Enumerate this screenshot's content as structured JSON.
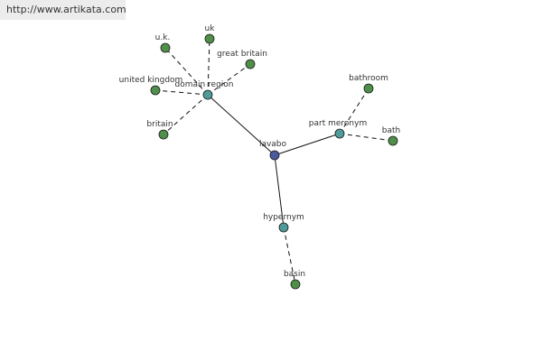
{
  "site": {
    "url": "http://www.artikata.com"
  },
  "colors": {
    "center": "#4a5a9a",
    "relation": "#4f9a9a",
    "leaf": "#4f8f4a"
  },
  "graph": {
    "nodes": [
      {
        "id": "lavabo",
        "label": "lavabo",
        "kind": "center"
      },
      {
        "id": "domain-region",
        "label": "domain region",
        "kind": "relation"
      },
      {
        "id": "part-meronym",
        "label": "part meronym",
        "kind": "relation"
      },
      {
        "id": "hypernym",
        "label": "hypernym",
        "kind": "relation"
      },
      {
        "id": "u-k",
        "label": "u.k.",
        "kind": "leaf"
      },
      {
        "id": "uk",
        "label": "uk",
        "kind": "leaf"
      },
      {
        "id": "great-britain",
        "label": "great britain",
        "kind": "leaf"
      },
      {
        "id": "united-kingdom",
        "label": "united kingdom",
        "kind": "leaf"
      },
      {
        "id": "britain",
        "label": "britain",
        "kind": "leaf"
      },
      {
        "id": "bathroom",
        "label": "bathroom",
        "kind": "leaf"
      },
      {
        "id": "bath",
        "label": "bath",
        "kind": "leaf"
      },
      {
        "id": "basin",
        "label": "basin",
        "kind": "leaf"
      }
    ],
    "edges": [
      {
        "from": "lavabo",
        "to": "domain-region",
        "style": "solid"
      },
      {
        "from": "lavabo",
        "to": "part-meronym",
        "style": "solid"
      },
      {
        "from": "lavabo",
        "to": "hypernym",
        "style": "solid"
      },
      {
        "from": "domain-region",
        "to": "u-k",
        "style": "dashed"
      },
      {
        "from": "domain-region",
        "to": "uk",
        "style": "dashed"
      },
      {
        "from": "domain-region",
        "to": "great-britain",
        "style": "dashed"
      },
      {
        "from": "domain-region",
        "to": "united-kingdom",
        "style": "dashed"
      },
      {
        "from": "domain-region",
        "to": "britain",
        "style": "dashed"
      },
      {
        "from": "part-meronym",
        "to": "bathroom",
        "style": "dashed"
      },
      {
        "from": "part-meronym",
        "to": "bath",
        "style": "dashed"
      },
      {
        "from": "hypernym",
        "to": "basin",
        "style": "dashed"
      }
    ]
  }
}
